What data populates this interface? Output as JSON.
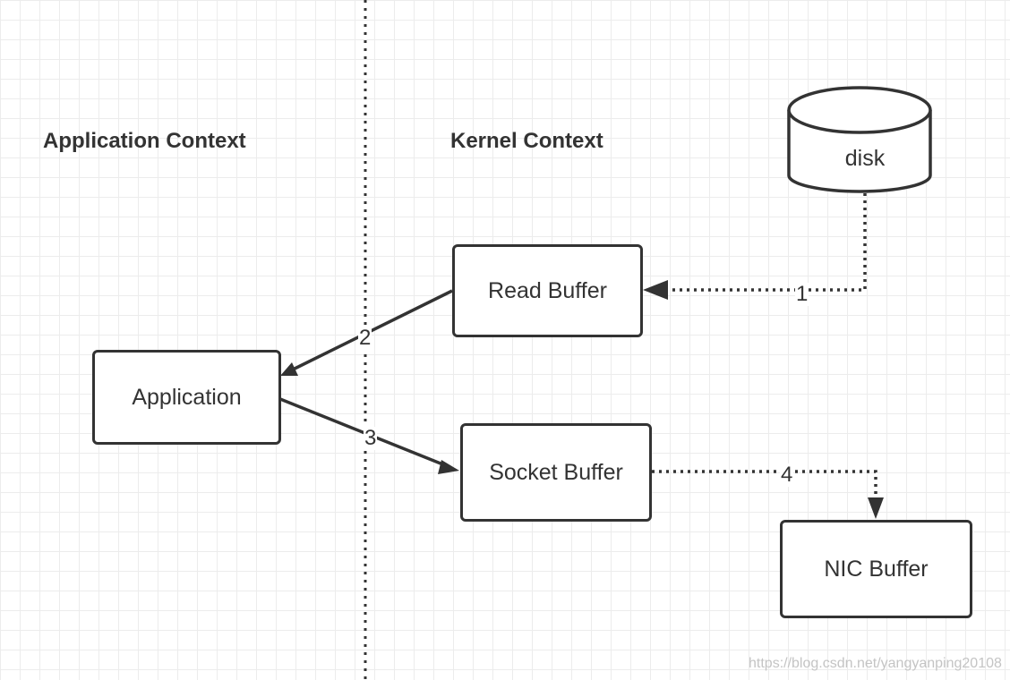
{
  "regions": {
    "application_context": "Application Context",
    "kernel_context": "Kernel Context"
  },
  "nodes": {
    "disk": "disk",
    "read_buffer": "Read Buffer",
    "application": "Application",
    "socket_buffer": "Socket Buffer",
    "nic_buffer": "NIC Buffer"
  },
  "edges": {
    "disk_to_read_buffer": "1",
    "read_buffer_to_application": "2",
    "application_to_socket_buffer": "3",
    "socket_buffer_to_nic_buffer": "4"
  },
  "watermark": "https://blog.csdn.net/yangyanping20108",
  "colors": {
    "stroke": "#333333",
    "grid": "#ececec",
    "background": "#ffffff"
  }
}
